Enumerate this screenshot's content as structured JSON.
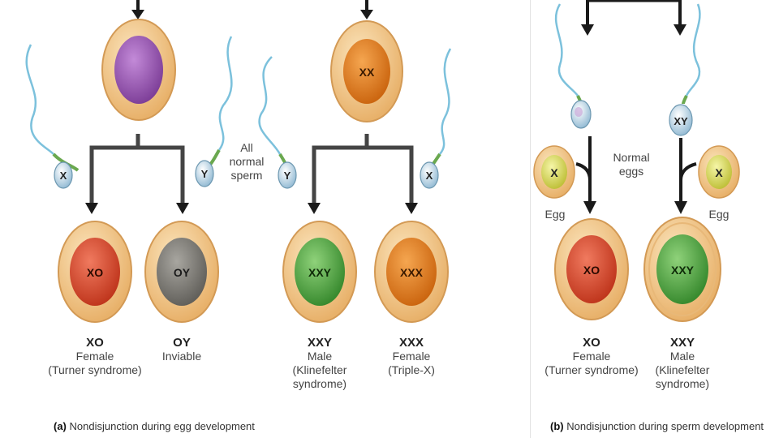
{
  "panel_a": {
    "caption_label": "(a)",
    "caption_text": "Nondisjunction during egg development",
    "parent_left_label": "",
    "parent_right_label": "XX",
    "sperm_labels": [
      "X",
      "Y",
      "Y",
      "X"
    ],
    "sperm_note": [
      "All",
      "normal",
      "sperm"
    ],
    "offspring": [
      {
        "label": "XO",
        "desc": [
          "Female",
          "(Turner syndrome)"
        ],
        "color": "#d94a33"
      },
      {
        "label": "OY",
        "desc": [
          "Inviable"
        ],
        "color": "#777570"
      },
      {
        "label": "XXY",
        "desc": [
          "Male",
          "(Klinefelter",
          "syndrome)"
        ],
        "color": "#4ea83e"
      },
      {
        "label": "XXX",
        "desc": [
          "Female",
          "(Triple-X)"
        ],
        "color": "#e07a18"
      }
    ]
  },
  "panel_b": {
    "caption_label": "(b)",
    "caption_text": "Nondisjunction during sperm development",
    "sperm_labels": [
      "",
      "XY"
    ],
    "egg_labels": [
      "X",
      "X"
    ],
    "egg_caption": "Egg",
    "eggs_note": [
      "Normal",
      "eggs"
    ],
    "offspring": [
      {
        "label": "XO",
        "desc": [
          "Female",
          "(Turner syndrome)"
        ],
        "color": "#d94a33"
      },
      {
        "label": "XXY",
        "desc": [
          "Male",
          "(Klinefelter",
          "syndrome)"
        ],
        "color": "#4ea83e"
      }
    ]
  },
  "colors": {
    "cell_outer": "#f2c98a",
    "cell_rim": "#d9a868",
    "parent_purple": "#9a55b5",
    "parent_orange": "#e07a18",
    "egg_yellow": "#e0e05a",
    "sperm_head": "#c9e0ee",
    "tail": "#6fb8d6",
    "arrow": "#1a1a1a",
    "connector": "#444444"
  }
}
